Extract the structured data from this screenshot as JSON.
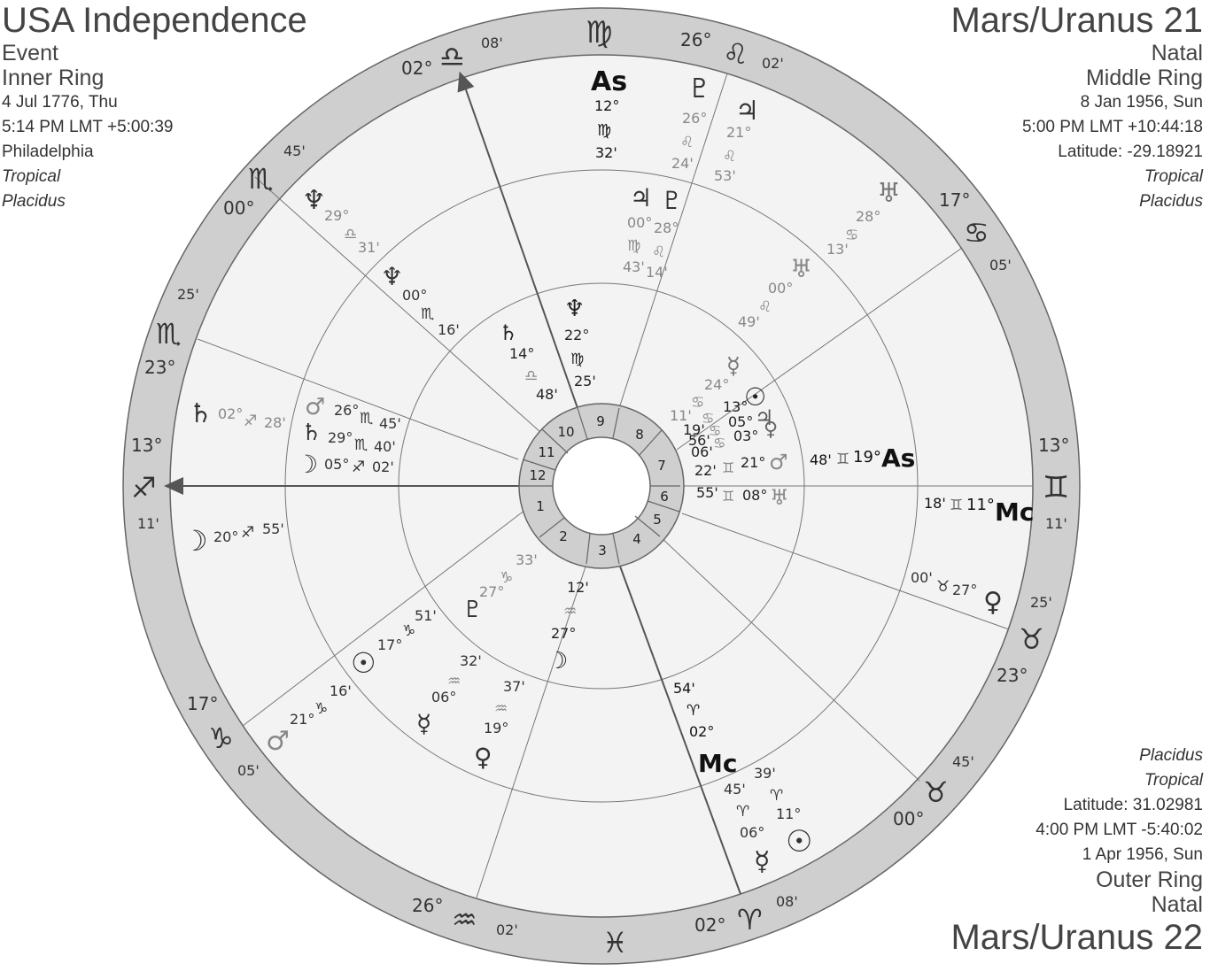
{
  "chart_left": {
    "title": "USA Independence",
    "type": "Event",
    "ring": "Inner Ring",
    "date": "4 Jul 1776, Thu",
    "time": "5:14 PM LMT +5:00:39",
    "place": "Philadelphia",
    "zodiac": "Tropical",
    "houses": "Placidus"
  },
  "chart_top_right": {
    "title": "Mars/Uranus 21",
    "type": "Natal",
    "ring": "Middle Ring",
    "date": "8 Jan 1956, Sun",
    "time": "5:00 PM LMT +10:44:18",
    "place": "Latitude: -29.18921",
    "zodiac": "Tropical",
    "houses": "Placidus"
  },
  "chart_bottom_right": {
    "houses": "Placidus",
    "zodiac": "Tropical",
    "place": "Latitude: 31.02981",
    "time": "4:00 PM LMT -5:40:02",
    "date": "1 Apr 1956, Sun",
    "ring": "Outer Ring",
    "type": "Natal",
    "title": "Mars/Uranus 22"
  },
  "house_numbers": [
    "1",
    "2",
    "3",
    "4",
    "5",
    "6",
    "7",
    "8",
    "9",
    "10",
    "11",
    "12"
  ],
  "zodiac_ring": [
    {
      "glyph": "♍",
      "deg": "",
      "min": ""
    },
    {
      "glyph": "♌",
      "deg": "26°",
      "min": "02'"
    },
    {
      "glyph": "♋",
      "deg": "17°",
      "min": "05'"
    },
    {
      "glyph": "♊",
      "deg": "13°",
      "min": "11'"
    },
    {
      "glyph": "♉",
      "deg": "23°",
      "min": "25'"
    },
    {
      "glyph": "♉",
      "deg": "00°",
      "min": "45'"
    },
    {
      "glyph": "♈",
      "deg": "02°",
      "min": "08'"
    },
    {
      "glyph": "♓",
      "deg": "",
      "min": ""
    },
    {
      "glyph": "♒",
      "deg": "26°",
      "min": "02'"
    },
    {
      "glyph": "♑",
      "deg": "17°",
      "min": "05'"
    },
    {
      "glyph": "♐",
      "deg": "13°",
      "min": "11'"
    },
    {
      "glyph": "♏",
      "deg": "23°",
      "min": "25'"
    },
    {
      "glyph": "♏",
      "deg": "00°",
      "min": "45'"
    },
    {
      "glyph": "♎",
      "deg": "02°",
      "min": "08'"
    }
  ],
  "angles": {
    "inner_as": {
      "glyph": "As",
      "deg": "19°",
      "sign": "♊",
      "min": "48'"
    },
    "inner_mc": {
      "glyph": "Mc",
      "deg": "11°",
      "sign": "♊",
      "min": "18'"
    },
    "outer_as": {
      "glyph": "As",
      "deg": "12°",
      "sign": "♍",
      "min": "32'"
    },
    "outer_mc": {
      "glyph": "Mc",
      "deg": "02°",
      "sign": "♈",
      "min": "54'"
    }
  },
  "outer_planets": [
    {
      "glyph": "♇",
      "deg": "26°",
      "sign": "♌",
      "min": "24'"
    },
    {
      "glyph": "♃",
      "deg": "21°",
      "sign": "♌",
      "min": "53'"
    },
    {
      "glyph": "♅",
      "deg": "28°",
      "sign": "♋",
      "min": "13'"
    },
    {
      "glyph": "♀",
      "deg": "27°",
      "sign": "♉",
      "min": "00'"
    },
    {
      "glyph": "☉",
      "deg": "11°",
      "sign": "♈",
      "min": "39'"
    },
    {
      "glyph": "☿",
      "deg": "06°",
      "sign": "♈",
      "min": "45'"
    },
    {
      "glyph": "♂",
      "deg": "21°",
      "sign": "♑",
      "min": "16'"
    },
    {
      "glyph": "☽",
      "deg": "20°",
      "sign": "♐",
      "min": "55'"
    },
    {
      "glyph": "♄",
      "deg": "02°",
      "sign": "♐",
      "min": "28'"
    },
    {
      "glyph": "♆",
      "deg": "29°",
      "sign": "♎",
      "min": "31'"
    }
  ],
  "middle_planets": [
    {
      "glyph": "♃",
      "deg": "00°",
      "sign": "♍",
      "min": "43'"
    },
    {
      "glyph": "♇",
      "deg": "28°",
      "sign": "♌",
      "min": "14'"
    },
    {
      "glyph": "♅",
      "deg": "00°",
      "sign": "♌",
      "min": "49'"
    },
    {
      "glyph": "☿",
      "deg": "24°",
      "sign": "♋",
      "min": "11'"
    },
    {
      "glyph": "♆",
      "deg": "00°",
      "sign": "♏",
      "min": "16'"
    },
    {
      "glyph": "♂",
      "deg": "26°",
      "sign": "♏",
      "min": "45'"
    },
    {
      "glyph": "♄",
      "deg": "29°",
      "sign": "♏",
      "min": "40'"
    },
    {
      "glyph": "☽",
      "deg": "05°",
      "sign": "♐",
      "min": "02'"
    },
    {
      "glyph": "♇",
      "deg": "27°",
      "sign": "♑",
      "min": "33'"
    },
    {
      "glyph": "☉",
      "deg": "17°",
      "sign": "♑",
      "min": "51'"
    },
    {
      "glyph": "☿",
      "deg": "06°",
      "sign": "♒",
      "min": "32'"
    },
    {
      "glyph": "♀",
      "deg": "19°",
      "sign": "♒",
      "min": "37'"
    }
  ],
  "inner_planets": [
    {
      "glyph": "♆",
      "deg": "22°",
      "sign": "♍",
      "min": "25'"
    },
    {
      "glyph": "♄",
      "deg": "14°",
      "sign": "♎",
      "min": "48'"
    },
    {
      "glyph": "☉",
      "deg": "13°",
      "sign": "♋",
      "min": "19'"
    },
    {
      "glyph": "♃",
      "deg": "05°",
      "sign": "♋",
      "min": "56'"
    },
    {
      "glyph": "♀",
      "deg": "03°",
      "sign": "♋",
      "min": "06'"
    },
    {
      "glyph": "♂",
      "deg": "21°",
      "sign": "♊",
      "min": "22'"
    },
    {
      "glyph": "♅",
      "deg": "08°",
      "sign": "♊",
      "min": "55'"
    },
    {
      "glyph": "☽",
      "deg": "27°",
      "sign": "♒",
      "min": "12'"
    }
  ]
}
